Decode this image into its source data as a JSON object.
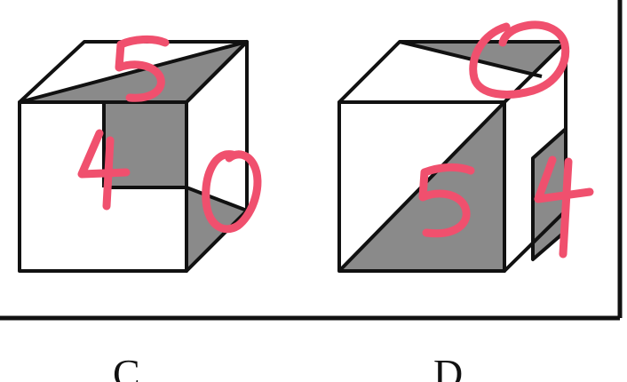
{
  "options": [
    {
      "id": "C",
      "label": "C",
      "handwritten_marks": [
        "5",
        "4",
        "0"
      ]
    },
    {
      "id": "D",
      "label": "D",
      "handwritten_marks": [
        "0",
        "5",
        "4"
      ]
    }
  ],
  "colors": {
    "edge": "#111111",
    "shade": "#8a8a8a",
    "face": "#ffffff",
    "ink": "#f0506e"
  }
}
